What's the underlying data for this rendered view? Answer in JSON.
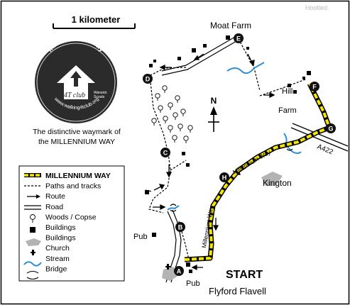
{
  "scale_bar": {
    "label": "1 kilometer"
  },
  "watermark": {
    "text": "Hootled"
  },
  "waymark": {
    "ring_top": "Millennium Way",
    "logo_text": "4T club",
    "small_lines": [
      "Warwick",
      "Scouts"
    ],
    "ring_bottom": "www.walking4tclub.org",
    "caption_lines": [
      "The distinctive waymark of",
      "the MILLENNIUM WAY"
    ]
  },
  "places": {
    "moat_farm": "Moat Farm",
    "hill_farm_1": "Hill",
    "hill_farm_2": "Farm",
    "kington": "Kington",
    "start": "START",
    "flyford_flavell": "Flyford Flavell",
    "pub_upper": "Pub",
    "pub_lower": "Pub",
    "road": "A422",
    "route_label_1": "Millennium Way",
    "route_label_2": "Millennium Way"
  },
  "north": "N",
  "waypoints": [
    "A",
    "B",
    "C",
    "D",
    "E",
    "F",
    "G",
    "H"
  ],
  "legend": [
    {
      "key": "millennium",
      "label": "MILLENNIUM WAY"
    },
    {
      "key": "paths",
      "label": "Paths and tracks"
    },
    {
      "key": "route",
      "label": "Route"
    },
    {
      "key": "road",
      "label": "Road"
    },
    {
      "key": "woods",
      "label": "Woods / Copse"
    },
    {
      "key": "buildings_sq",
      "label": "Buildings"
    },
    {
      "key": "buildings_grey",
      "label": "Buildings"
    },
    {
      "key": "church",
      "label": "Church"
    },
    {
      "key": "stream",
      "label": "Stream"
    },
    {
      "key": "bridge",
      "label": "Bridge"
    }
  ],
  "colors": {
    "millennium_way": "#f4e600",
    "stream": "#2f8fd1",
    "building_grey": "#b3b3b3",
    "waymark_bg": "#2b2b2b"
  }
}
